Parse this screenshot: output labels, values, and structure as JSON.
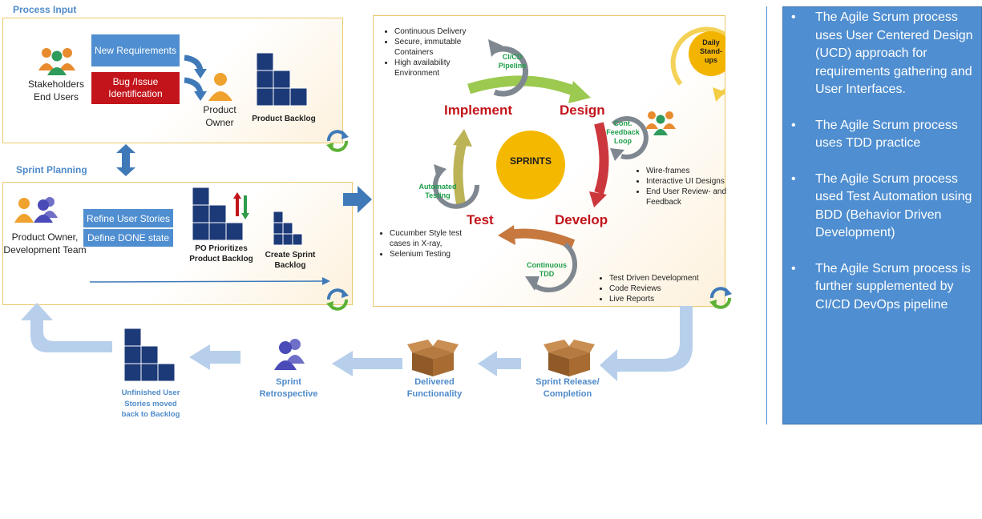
{
  "process_input": {
    "title": "Process Input",
    "stakeholders": "Stakeholders\nEnd Users",
    "new_requirements": "New Requirements",
    "bug_issue": "Bug /Issue\nIdentification",
    "product_owner": "Product\nOwner",
    "product_backlog": "Product Backlog"
  },
  "sprint_planning": {
    "title": "Sprint Planning",
    "team": "Product Owner,\nDevelopment Team",
    "refine_stories": "Refine User Stories",
    "define_done": "Define DONE state",
    "po_prioritizes": "PO Prioritizes\nProduct Backlog",
    "create_sprint_backlog": "Create Sprint\nBacklog"
  },
  "sprint_cycle": {
    "center": "SPRINTS",
    "phases": {
      "implement": "Implement",
      "design": "Design",
      "test": "Test",
      "develop": "Develop"
    },
    "cicd": "CI/CD\nPipeline",
    "feedback": "Cont.\nFeedback\nLoop",
    "automated_testing": "Automated\nTesting",
    "continuous_tdd": "Continuous\nTDD",
    "daily_standups": "Daily\nStand-\nups",
    "devops_bullets": [
      "Continuous Delivery",
      "Secure, immutable Containers",
      "High availability Environment"
    ],
    "design_bullets": [
      "Wire-frames",
      "Interactive UI Designs",
      "End User Review- and Feedback"
    ],
    "test_bullets": [
      "Cucumber Style test cases in X-ray,",
      "Selenium Testing"
    ],
    "develop_bullets": [
      "Test Driven Development",
      "Code Reviews",
      "Live Reports"
    ]
  },
  "bottom_flow": {
    "release": "Sprint Release/\nCompletion",
    "delivered": "Delivered\nFunctionality",
    "retrospective": "Sprint\nRetrospective",
    "unfinished": "Unfinished User\nStories moved\nback to Backlog"
  },
  "sidebar": {
    "points": [
      "The Agile Scrum process uses User Centered Design (UCD) approach for requirements gathering and User Interfaces.",
      "The Agile Scrum process uses TDD practice",
      "The Agile Scrum process used Test Automation using BDD (Behavior Driven Development)",
      "The Agile Scrum process is further supplemented by CI/CD DevOps pipeline"
    ]
  },
  "colors": {
    "accent_blue": "#4f8ed0",
    "red": "#c3141b",
    "sprint_gold": "#f5b800",
    "arrow_light": "#b7cfeb"
  }
}
